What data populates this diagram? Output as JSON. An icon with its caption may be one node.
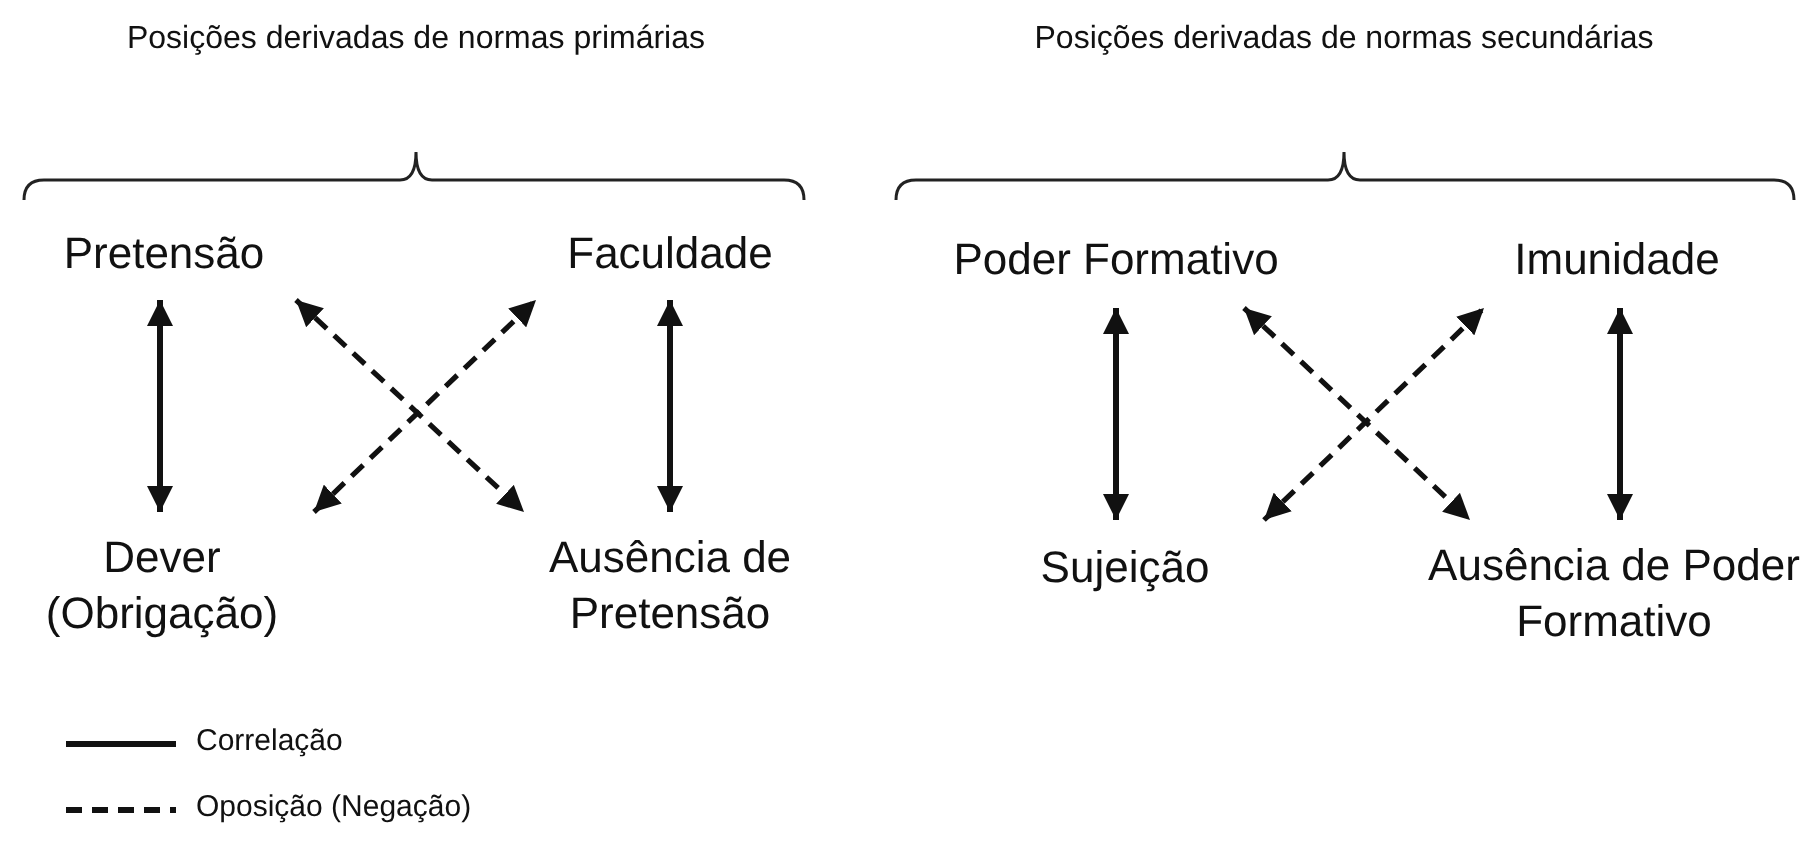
{
  "diagram": {
    "nodes": [
      {
        "text": [
          "Pretensão"
        ]
      },
      {
        "text": [
          "Faculdade"
        ]
      },
      {
        "text": [
          "Dever (Obrigação)"
        ]
      },
      {
        "text": [
          "Ausência de Pretensão"
        ]
      },
      {
        "text": [
          "Poder Formativo"
        ]
      },
      {
        "text": [
          "Imunidade"
        ]
      },
      {
        "text": [
          "Sujeição"
        ]
      },
      {
        "text": [
          "Ausência de Poder Formativo"
        ]
      }
    ],
    "edges": [
      {
        "from": 0,
        "to": 2,
        "arrow": "both"
      },
      {
        "from": 1,
        "to": 3,
        "arrow": "both"
      },
      {
        "from": 0,
        "to": 3,
        "arrow": "both",
        "style": "dashed"
      },
      {
        "from": 2,
        "to": 1,
        "arrow": "both",
        "style": "dashed"
      },
      {
        "from": 4,
        "to": 6,
        "arrow": "both"
      },
      {
        "from": 5,
        "to": 7,
        "arrow": "both"
      },
      {
        "from": 4,
        "to": 7,
        "arrow": "both",
        "style": "dashed"
      },
      {
        "from": 6,
        "to": 5,
        "arrow": "both",
        "style": "dashed"
      }
    ],
    "labels": [
      "Posições derivadas de normas primárias",
      "Posições derivadas de normas secundárias"
    ],
    "legend": [
      {
        "text": "Correlação"
      },
      {
        "text": "Oposição (Negação)"
      }
    ]
  }
}
